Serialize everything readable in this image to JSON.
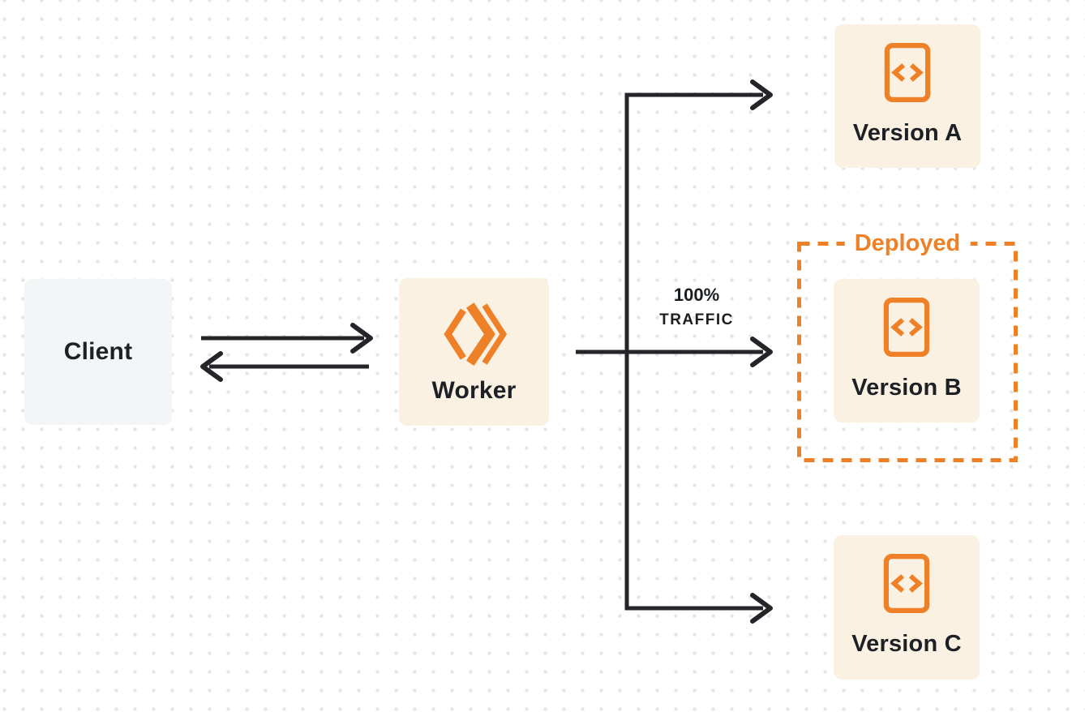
{
  "colors": {
    "background": "#ffffff",
    "dot_grid": "#e4e5e7",
    "accent_orange": "#ee8127",
    "node_cream": "#fbf1e3",
    "node_gray": "#f4f5f6",
    "text_ink": "#1d2025",
    "arrow_ink": "#232528"
  },
  "nodes": {
    "client": {
      "label": "Client"
    },
    "worker": {
      "label": "Worker",
      "icon": "workers-logo-icon"
    },
    "version_a": {
      "label": "Version A",
      "icon": "code-file-icon"
    },
    "version_b": {
      "label": "Version B",
      "icon": "code-file-icon"
    },
    "version_c": {
      "label": "Version C",
      "icon": "code-file-icon"
    }
  },
  "annotations": {
    "deployed_badge": {
      "label": "Deployed"
    },
    "traffic_label": {
      "line1": "100%",
      "line2": "TRAFFIC"
    }
  },
  "edges": [
    {
      "from": "client",
      "to": "worker",
      "style": "arrow-right"
    },
    {
      "from": "worker",
      "to": "client",
      "style": "arrow-left"
    },
    {
      "from": "worker",
      "to": "version_a",
      "style": "arrow-right"
    },
    {
      "from": "worker",
      "to": "version_b",
      "style": "arrow-right",
      "label": "100% TRAFFIC"
    },
    {
      "from": "worker",
      "to": "version_c",
      "style": "arrow-right"
    }
  ]
}
